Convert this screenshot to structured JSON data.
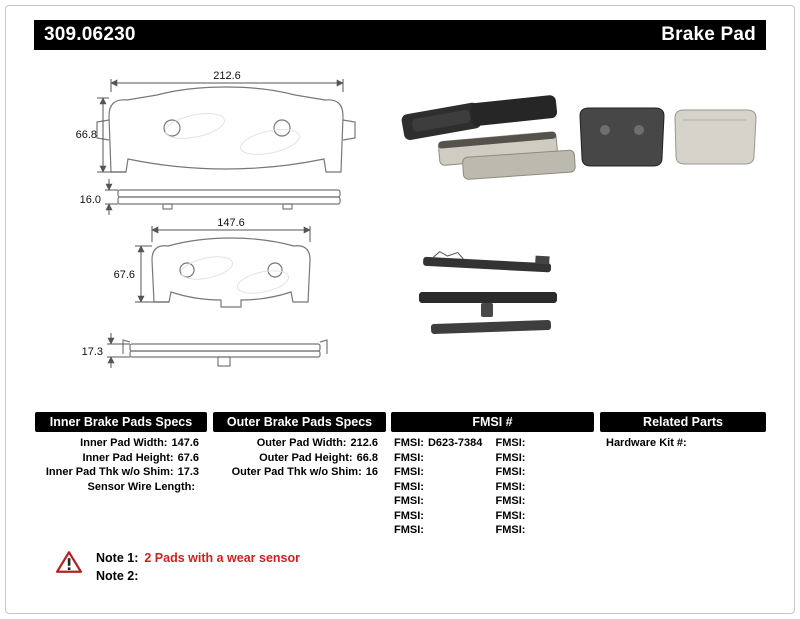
{
  "header": {
    "part_number": "309.06230",
    "product_name": "Brake Pad"
  },
  "diagrams": {
    "outer_width": "212.6",
    "outer_height": "66.8",
    "outer_thickness": "16.0",
    "inner_width": "147.6",
    "inner_height": "67.6",
    "inner_thickness": "17.3"
  },
  "specs": {
    "inner": {
      "header": "Inner Brake Pads Specs",
      "rows": [
        {
          "label": "Inner Pad Width:",
          "value": "147.6"
        },
        {
          "label": "Inner Pad Height:",
          "value": "67.6"
        },
        {
          "label": "Inner Pad Thk w/o Shim:",
          "value": "17.3"
        },
        {
          "label": "Sensor Wire Length:",
          "value": ""
        }
      ]
    },
    "outer": {
      "header": "Outer Brake Pads Specs",
      "rows": [
        {
          "label": "Outer Pad Width:",
          "value": "212.6"
        },
        {
          "label": "Outer Pad Height:",
          "value": "66.8"
        },
        {
          "label": "Outer Pad Thk w/o Shim:",
          "value": "16"
        }
      ]
    },
    "fmsi": {
      "header": "FMSI #",
      "rows": [
        {
          "left_label": "FMSI:",
          "left_value": "D623-7384",
          "right_label": "FMSI:",
          "right_value": ""
        },
        {
          "left_label": "FMSI:",
          "left_value": "",
          "right_label": "FMSI:",
          "right_value": ""
        },
        {
          "left_label": "FMSI:",
          "left_value": "",
          "right_label": "FMSI:",
          "right_value": ""
        },
        {
          "left_label": "FMSI:",
          "left_value": "",
          "right_label": "FMSI:",
          "right_value": ""
        },
        {
          "left_label": "FMSI:",
          "left_value": "",
          "right_label": "FMSI:",
          "right_value": ""
        },
        {
          "left_label": "FMSI:",
          "left_value": "",
          "right_label": "FMSI:",
          "right_value": ""
        },
        {
          "left_label": "FMSI:",
          "left_value": "",
          "right_label": "FMSI:",
          "right_value": ""
        }
      ]
    },
    "related": {
      "header": "Related Parts",
      "rows": [
        {
          "label": "Hardware Kit #:",
          "value": ""
        }
      ]
    }
  },
  "notes": {
    "note1_label": "Note 1:",
    "note1_text": "2 Pads with a wear sensor",
    "note2_label": "Note 2:",
    "note2_text": ""
  }
}
